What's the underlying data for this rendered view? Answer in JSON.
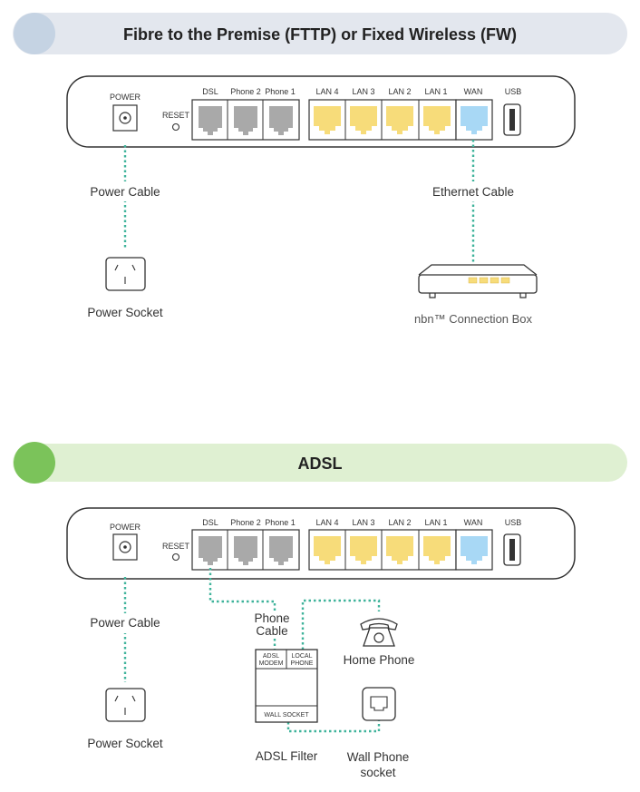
{
  "sections": [
    {
      "title": "Fibre to the Premise (FTTP) or Fixed Wireless (FW)",
      "banner_color": "#e3e7ee",
      "dot_color": "#c5d3e3",
      "router": {
        "power_label": "POWER",
        "reset_label": "RESET",
        "ports": [
          "DSL",
          "Phone 2",
          "Phone 1",
          "LAN 4",
          "LAN 3",
          "LAN 2",
          "LAN 1",
          "WAN",
          "USB"
        ]
      },
      "power_cable": "Power Cable",
      "power_socket": "Power Socket",
      "ethernet_cable": "Ethernet Cable",
      "connection_box": "nbn™ Connection Box"
    },
    {
      "title": "ADSL",
      "banner_color": "#dff0d2",
      "dot_color": "#7bc35a",
      "router": {
        "power_label": "POWER",
        "reset_label": "RESET",
        "ports": [
          "DSL",
          "Phone 2",
          "Phone 1",
          "LAN 4",
          "LAN 3",
          "LAN 2",
          "LAN 1",
          "WAN",
          "USB"
        ]
      },
      "power_cable": "Power Cable",
      "power_socket": "Power Socket",
      "phone_cable_line1": "Phone",
      "phone_cable_line2": "Cable",
      "home_phone": "Home Phone",
      "filter_modem_line1": "ADSL",
      "filter_modem_line2": "MODEM",
      "filter_phone_line1": "LOCAL",
      "filter_phone_line2": "PHONE",
      "filter_wall": "WALL SOCKET",
      "adsl_filter": "ADSL Filter",
      "wall_phone_line1": "Wall Phone",
      "wall_phone_line2": "socket"
    }
  ],
  "colors": {
    "cable": "#3fb39b",
    "lan": "#f7dc7a",
    "wan": "#a8d8f5",
    "phone_port": "#a9a9a9"
  }
}
